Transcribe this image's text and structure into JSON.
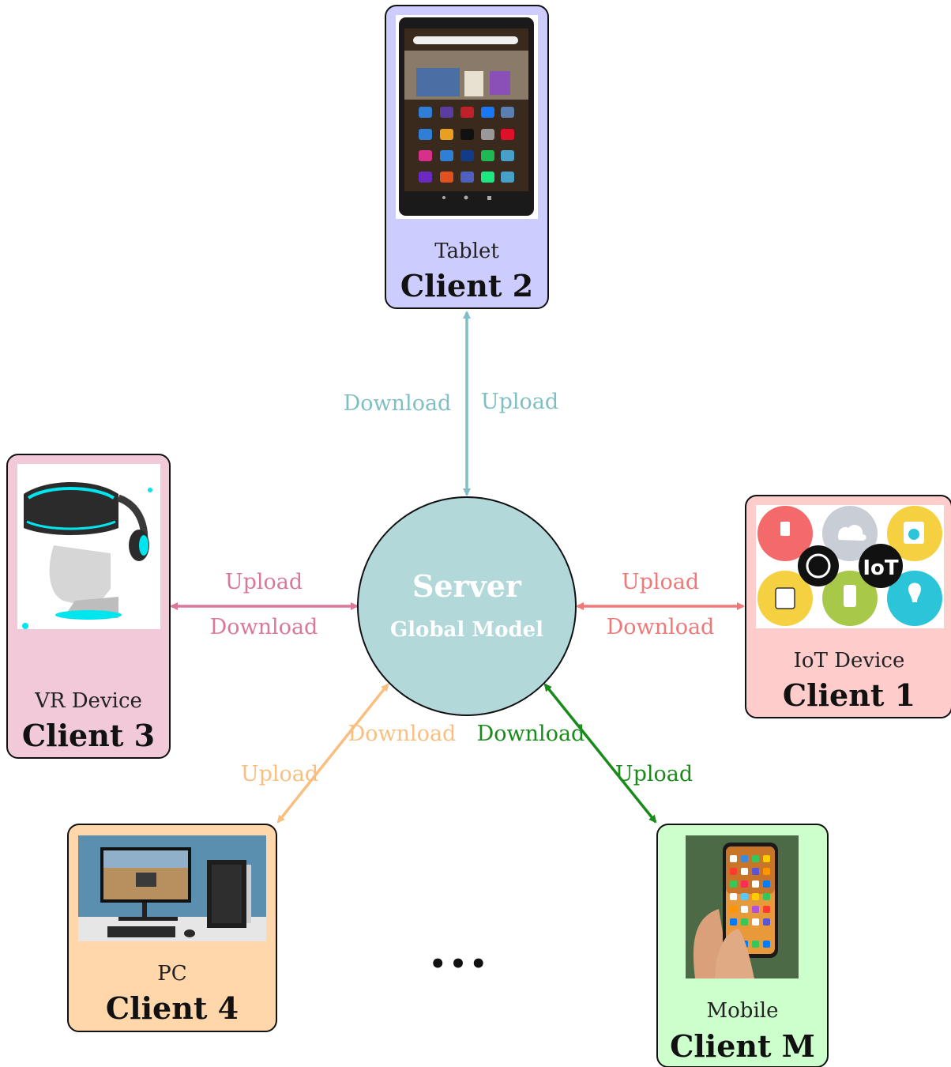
{
  "server": {
    "title": "Server",
    "subtitle": "Global Model"
  },
  "clients": {
    "c2": {
      "device": "Tablet",
      "name": "Client 2"
    },
    "c1": {
      "device": "IoT Device",
      "name": "Client 1"
    },
    "c3": {
      "device": "VR Device",
      "name": "Client 3"
    },
    "c4": {
      "device": "PC",
      "name": "Client 4"
    },
    "cm": {
      "device": "Mobile",
      "name": "Client M"
    }
  },
  "links": {
    "c2": {
      "upload": "Upload",
      "download": "Download"
    },
    "c1": {
      "upload": "Upload",
      "download": "Download"
    },
    "c3": {
      "upload": "Upload",
      "download": "Download"
    },
    "c4": {
      "upload": "Upload",
      "download": "Download"
    },
    "cm": {
      "upload": "Upload",
      "download": "Download"
    }
  },
  "ellipsis": "•••",
  "iot_logo": "IoT",
  "colors": {
    "c2": "#7fbfc4",
    "c1": "#f07878",
    "c3": "#d9789a",
    "c4": "#f8bf80",
    "cm": "#1a8a1a",
    "server": "#b2d8da"
  }
}
